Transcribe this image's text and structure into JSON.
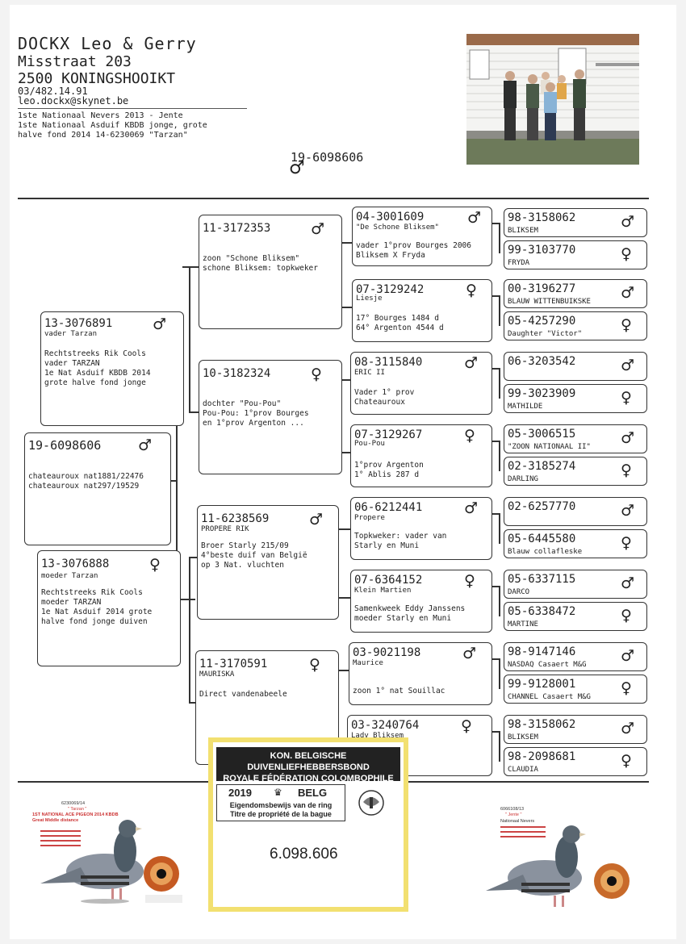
{
  "owner": {
    "name": "DOCKX Leo & Gerry",
    "street": "Misstraat 203",
    "city": "2500 KONINGSHOOIKT",
    "phone": "03/482.14.91",
    "email": "leo.dockx@skynet.be",
    "achievements": "1ste Nationaal Nevers 2013 - Jente\n1ste Nationaal Asduif KBDB jonge, grote\nhalve fond 2014 14-6230069 \"Tarzan\""
  },
  "subject": {
    "ring": "19-6098606",
    "sex": "male"
  },
  "symbols": {
    "male": "♂",
    "female": "♀"
  },
  "pedigree": {
    "p0": {
      "ring": "19-6098606",
      "name": "",
      "sex": "male",
      "text": "chateauroux nat1881/22476\nchateauroux nat297/19529"
    },
    "p1": {
      "ring": "13-3076891",
      "name": "vader Tarzan",
      "sex": "male",
      "text": "Rechtstreeks Rik Cools\nvader TARZAN\n1e Nat Asduif KBDB 2014\ngrote halve fond jonge"
    },
    "p2": {
      "ring": "13-3076888",
      "name": "moeder Tarzan",
      "sex": "female",
      "text": "Rechtstreeks Rik Cools\nmoeder TARZAN\n1e Nat Asduif 2014 grote\nhalve fond jonge duiven"
    },
    "g1": {
      "ring": "11-3172353",
      "name": "",
      "sex": "male",
      "text": "zoon \"Schone Bliksem\"\nschone Bliksem: topkweker"
    },
    "g2": {
      "ring": "10-3182324",
      "name": "",
      "sex": "female",
      "text": "dochter \"Pou-Pou\"\nPou-Pou: 1°prov Bourges\nen 1°prov Argenton ..."
    },
    "g3": {
      "ring": "11-6238569",
      "name": "PROPERE RIK",
      "sex": "male",
      "text": "Broer Starly 215/09\n4°beste duif van België\nop 3 Nat. vluchten"
    },
    "g4": {
      "ring": "11-3170591",
      "name": "MAURISKA",
      "sex": "female",
      "text": "Direct vandenabeele"
    },
    "gg1": {
      "ring": "04-3001609",
      "name": "\"De Schone Bliksem\"",
      "sex": "male",
      "text": "vader 1°prov Bourges 2006\nBliksem X Fryda"
    },
    "gg2": {
      "ring": "07-3129242",
      "name": "Liesje",
      "sex": "female",
      "text": "17° Bourges 1484 d\n64° Argenton 4544 d"
    },
    "gg3": {
      "ring": "08-3115840",
      "name": "ERIC II",
      "sex": "male",
      "text": "Vader 1° prov\nChateauroux"
    },
    "gg4": {
      "ring": "07-3129267",
      "name": "Pou-Pou",
      "sex": "female",
      "text": "1°prov Argenton\n1° Ablis 287 d"
    },
    "gg5": {
      "ring": "06-6212441",
      "name": "Propere",
      "sex": "male",
      "text": "Topkweker: vader van\nStarly en Muni"
    },
    "gg6": {
      "ring": "07-6364152",
      "name": "Klein Martien",
      "sex": "female",
      "text": "Samenkweek Eddy Janssens\nmoeder Starly en Muni"
    },
    "gg7": {
      "ring": "03-9021198",
      "name": "Maurice",
      "sex": "male",
      "text": "zoon 1° nat Souillac"
    },
    "gg8": {
      "ring": "03-3240764",
      "name": "Lady Bliksem",
      "sex": "female",
      "text": ""
    },
    "ggg": [
      {
        "ring": "98-3158062",
        "name": "BLIKSEM",
        "sex": "male"
      },
      {
        "ring": "99-3103770",
        "name": "FRYDA",
        "sex": "female"
      },
      {
        "ring": "00-3196277",
        "name": "BLAUW WITTENBUIKSKE",
        "sex": "male"
      },
      {
        "ring": "05-4257290",
        "name": "Daughter \"Victor\"",
        "sex": "female"
      },
      {
        "ring": "06-3203542",
        "name": "",
        "sex": "male"
      },
      {
        "ring": "99-3023909",
        "name": "MATHILDE",
        "sex": "female"
      },
      {
        "ring": "05-3006515",
        "name": "\"ZOON NATIONAAL II\"",
        "sex": "male"
      },
      {
        "ring": "02-3185274",
        "name": "DARLING",
        "sex": "female"
      },
      {
        "ring": "02-6257770",
        "name": "",
        "sex": "male"
      },
      {
        "ring": "05-6445580",
        "name": "Blauw collafleske",
        "sex": "female"
      },
      {
        "ring": "05-6337115",
        "name": "DARCO",
        "sex": "male"
      },
      {
        "ring": "05-6338472",
        "name": "MARTINE",
        "sex": "female"
      },
      {
        "ring": "98-9147146",
        "name": "NASDAQ Casaert M&G",
        "sex": "male"
      },
      {
        "ring": "99-9128001",
        "name": "CHANNEL Casaert M&G",
        "sex": "female"
      },
      {
        "ring": "98-3158062",
        "name": "BLIKSEM",
        "sex": "male"
      },
      {
        "ring": "98-2098681",
        "name": "CLAUDIA",
        "sex": "female"
      }
    ]
  },
  "card": {
    "line1": "KON. BELGISCHE DUIVENLIEFHEBBERSBOND",
    "line2": "ROYALE FÉDÉRATION COLOMBOPHILE BELGE",
    "year": "2019",
    "country": "BELG",
    "title_nl": "Eigendomsbewijs van de ring",
    "title_fr": "Titre de propriété de la bague",
    "number": "6.098.606"
  },
  "left_photo": {
    "ring": "6230069/14",
    "nick": "\" Tarzan \"",
    "caption": "1ST NATIONAL ACE PIGEON 2014 KBDB\nGreat Middle distance"
  },
  "right_photo": {
    "ring": "6066108/13",
    "nick": "\" Jente \"",
    "caption": "Nationaal Nevers"
  }
}
